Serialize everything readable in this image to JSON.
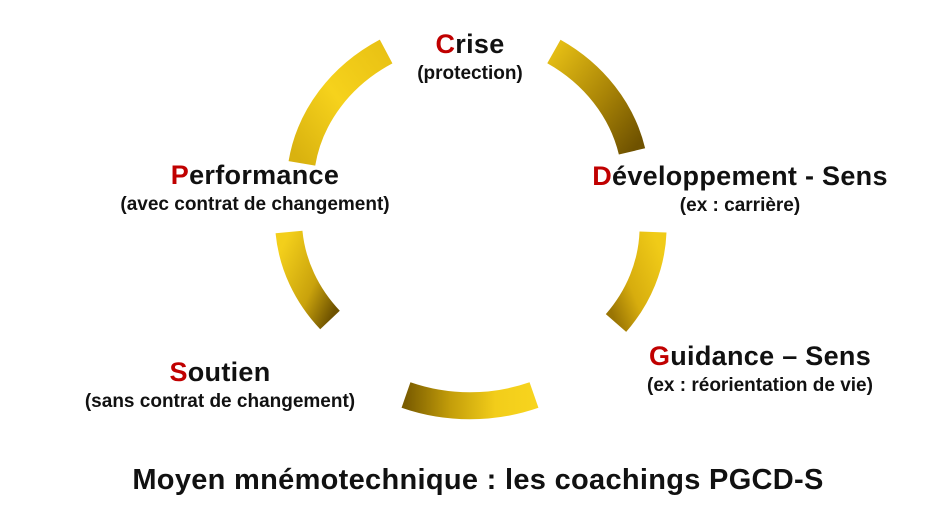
{
  "diagram": {
    "colors": {
      "ring_light": "#f5cf1a",
      "ring_mid": "#d8b110",
      "ring_dark": "#7a5c00",
      "initial_letter": "#c00000",
      "text": "#111111"
    },
    "nodes": [
      {
        "key": "crise",
        "initial": "C",
        "rest": "rise",
        "subtitle": "(protection)"
      },
      {
        "key": "dev",
        "initial": "D",
        "rest": "éveloppement - Sens",
        "subtitle": "(ex : carrière)"
      },
      {
        "key": "guid",
        "initial": "G",
        "rest": "uidance – Sens",
        "subtitle": "(ex : réorientation de vie)"
      },
      {
        "key": "soutien",
        "initial": "S",
        "rest": "outien",
        "subtitle": "(sans contrat de changement)"
      },
      {
        "key": "perf",
        "initial": "P",
        "rest": "erformance",
        "subtitle": "(avec contrat de changement)"
      }
    ],
    "caption": "Moyen mnémotechnique : les coachings PGCD-S"
  }
}
